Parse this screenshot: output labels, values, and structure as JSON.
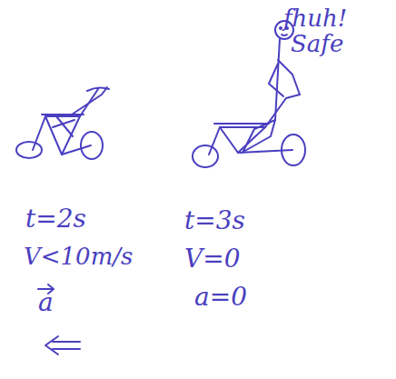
{
  "diagram": {
    "labels": [
      "fhuh!",
      "Safe",
      "t=2s",
      "t=3s",
      "V<10m/s",
      "V=0",
      "a",
      "a=0"
    ]
  }
}
